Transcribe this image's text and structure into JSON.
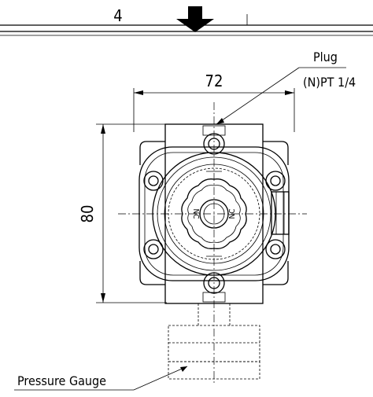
{
  "drawing": {
    "top_dimension_label": "4",
    "width_dimension_label": "72",
    "height_dimension_label": "80",
    "plug_label": "Plug",
    "plug_spec_label": "(N)PT 1/4",
    "gauge_label": "Pressure Gauge",
    "knob_left_marking": "NC",
    "knob_right_marking": "NC"
  }
}
